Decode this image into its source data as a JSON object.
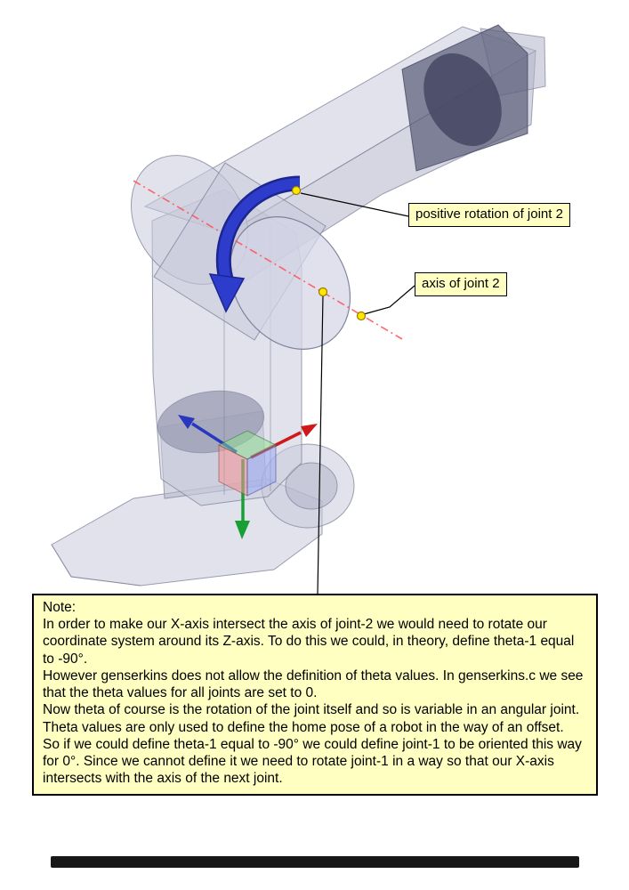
{
  "diagram": {
    "callout_rotation": {
      "label": "positive rotation of joint 2"
    },
    "callout_axis": {
      "label": "axis of joint 2"
    }
  },
  "note": {
    "title": "Note:",
    "paragraphs": [
      "In order to make our X-axis intersect the axis of joint-2 we would need to rotate our coordinate system around its Z-axis. To do this we could, in theory,  define theta-1 equal to -90°.",
      "However genserkins does not allow the definition of theta values. In genserkins.c we see that the theta values for all joints are set to 0.",
      "Now theta of course is the rotation of the joint itself and so is variable in an angular joint. Theta values are only used to define the home pose of a robot in the way of an offset.",
      "So if we could define theta-1 equal to -90° we could define joint-1  to be oriented this way for 0°.  Since we cannot define it we need to rotate joint-1 in a way so that our X-axis intersects with the axis of the next joint."
    ]
  },
  "colors": {
    "note_background": "#ffffc2",
    "callout_background": "#ffffc2",
    "rotation_arrow": "#2e3ccc",
    "joint_axis_line": "#ff5050",
    "x_axis_red": "#d01818",
    "y_axis_green": "#18a035",
    "z_axis_blue": "#2836c0",
    "marker_dot": "#ffe800",
    "robot_body": "#c8cbdc"
  }
}
